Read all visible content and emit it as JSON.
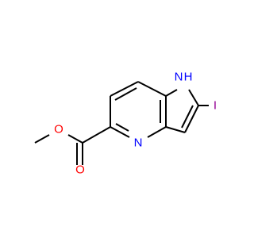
{
  "molecule": {
    "atoms": {
      "nitrogen_h": {
        "symbol": "N",
        "hydrogen": "H",
        "color": "#0000ff"
      },
      "nitrogen_pyridine": {
        "symbol": "N",
        "color": "#0000ff"
      },
      "iodine": {
        "symbol": "I",
        "color": "#940094"
      },
      "oxygen_carbonyl": {
        "symbol": "O",
        "color": "#ff0000"
      },
      "oxygen_ester": {
        "symbol": "O",
        "color": "#ff0000"
      }
    },
    "bond_color": "#000000"
  }
}
